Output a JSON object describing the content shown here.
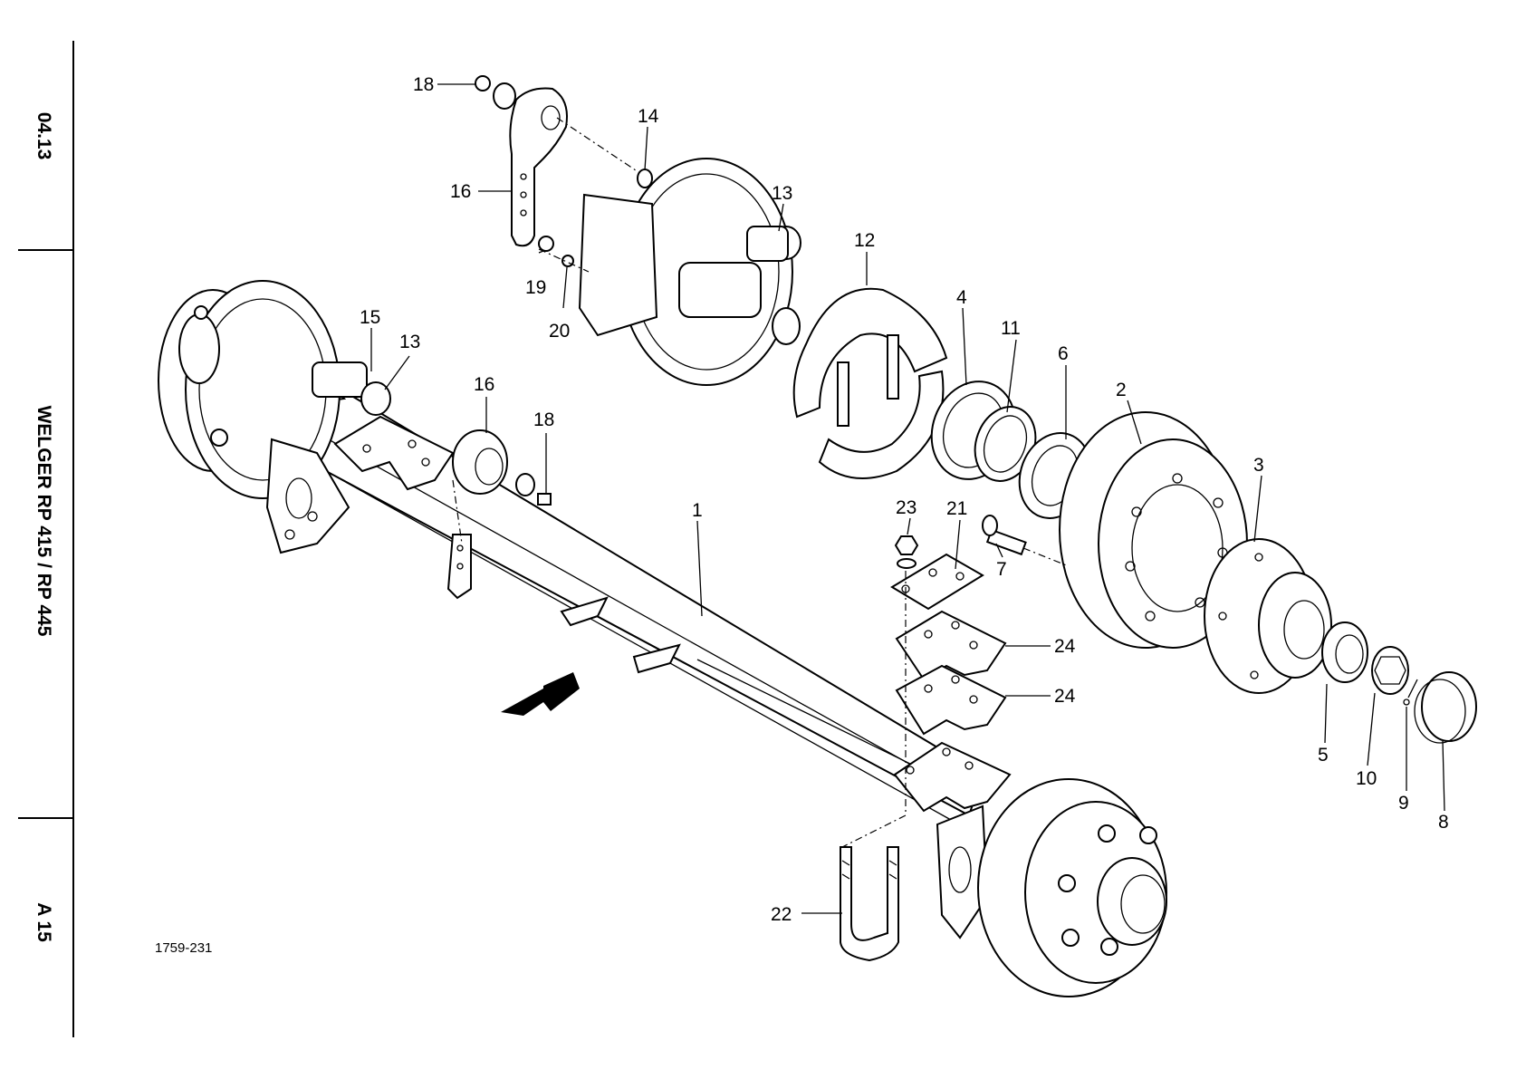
{
  "sidebar": {
    "date": "04.13",
    "model": "WELGER  RP 415 / RP 445",
    "section": "A 15"
  },
  "figure_code": "1759-231",
  "callouts": [
    "18",
    "16",
    "14",
    "13",
    "12",
    "19",
    "20",
    "15",
    "13",
    "16",
    "18",
    "4",
    "11",
    "6",
    "2",
    "3",
    "1",
    "23",
    "21",
    "7",
    "24",
    "24",
    "5",
    "10",
    "9",
    "8",
    "22"
  ],
  "icons": {
    "direction": "arrow-icon"
  }
}
